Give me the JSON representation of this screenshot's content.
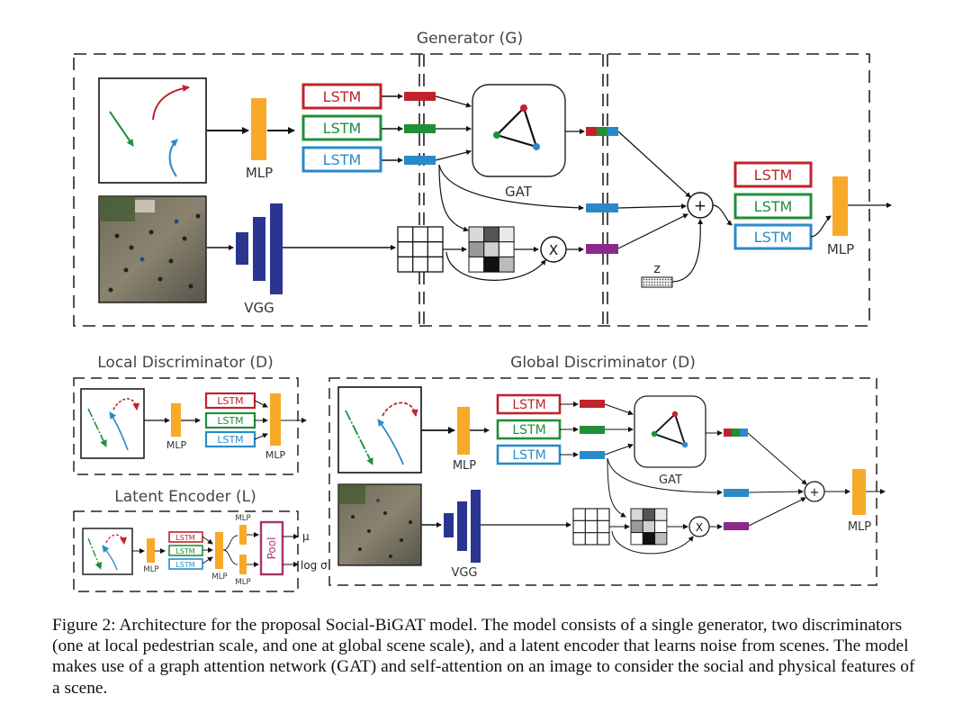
{
  "labels": {
    "generator": "Generator (G)",
    "local_disc": "Local Discriminator (D)",
    "global_disc": "Global Discriminator (D)",
    "latent_enc": "Latent Encoder (L)",
    "lstm": "LSTM",
    "mlp": "MLP",
    "gat": "GAT",
    "vgg": "VGG",
    "z": "z",
    "pool": "Pool",
    "mu": "μ",
    "log_sigma": "log σ",
    "times": "X",
    "plus": "+"
  },
  "caption": {
    "lead": "Figure 2:",
    "text": " Architecture for the proposal Social-BiGAT model. The model consists of a single generator, two discriminators (one at local pedestrian scale, and one at global scene scale), and a latent encoder that learns noise from scenes. The model makes use of a graph attention network (GAT) and self-attention on an image to consider the social and physical features of a scene."
  },
  "colors": {
    "red": "#c0232c",
    "green": "#1f8f3a",
    "blue": "#2a8ac8",
    "purple": "#8a2a8c",
    "orange": "#f7a928",
    "navy": "#2a3592",
    "pool": "#a8326e"
  }
}
